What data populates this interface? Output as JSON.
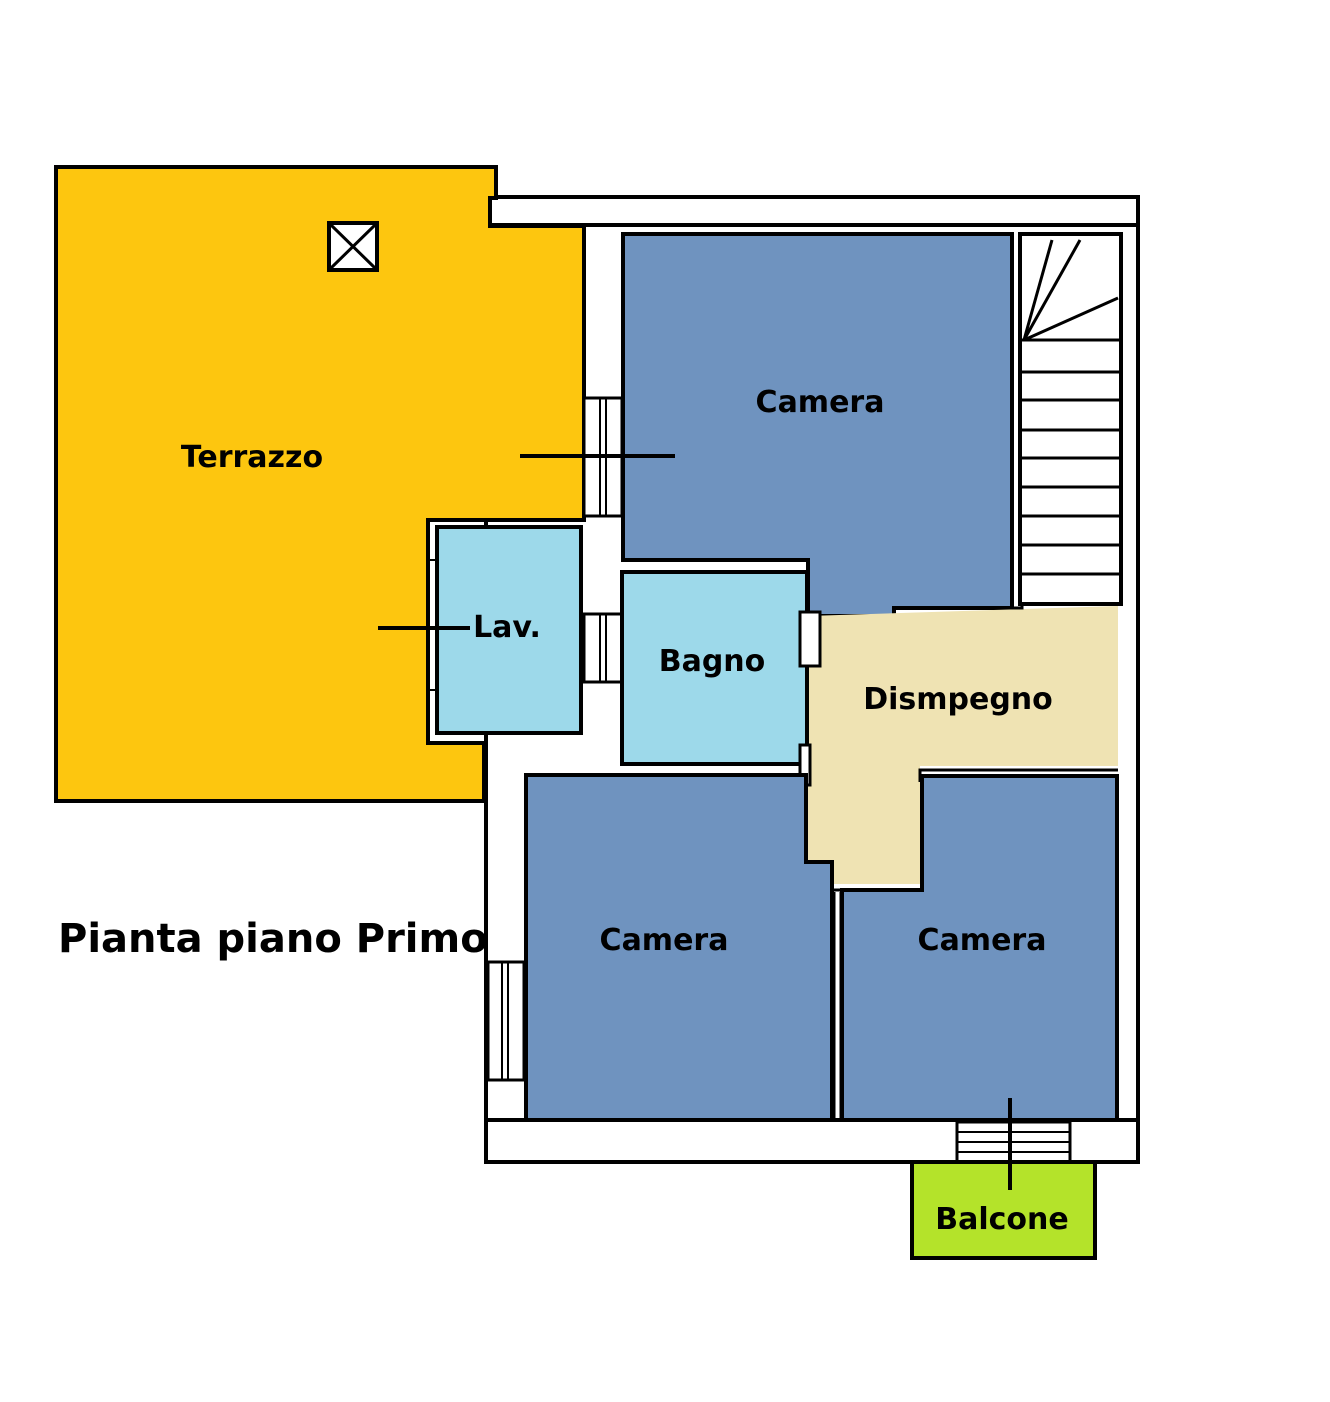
{
  "title": "Pianta piano Primo",
  "rooms": {
    "terrazzo": "Terrazzo",
    "camera_top": "Camera",
    "lav": "Lav.",
    "bagno": "Bagno",
    "disimpegno": "Dismpegno",
    "camera_bottom_left": "Camera",
    "camera_bottom_right": "Camera",
    "balcone": "Balcone"
  },
  "colors": {
    "terrazzo": "#FDC60F",
    "camera": "#6F93BF",
    "bagno": "#9DD9EA",
    "disimpegno": "#EFE3B3",
    "balcone": "#B4E32A"
  }
}
